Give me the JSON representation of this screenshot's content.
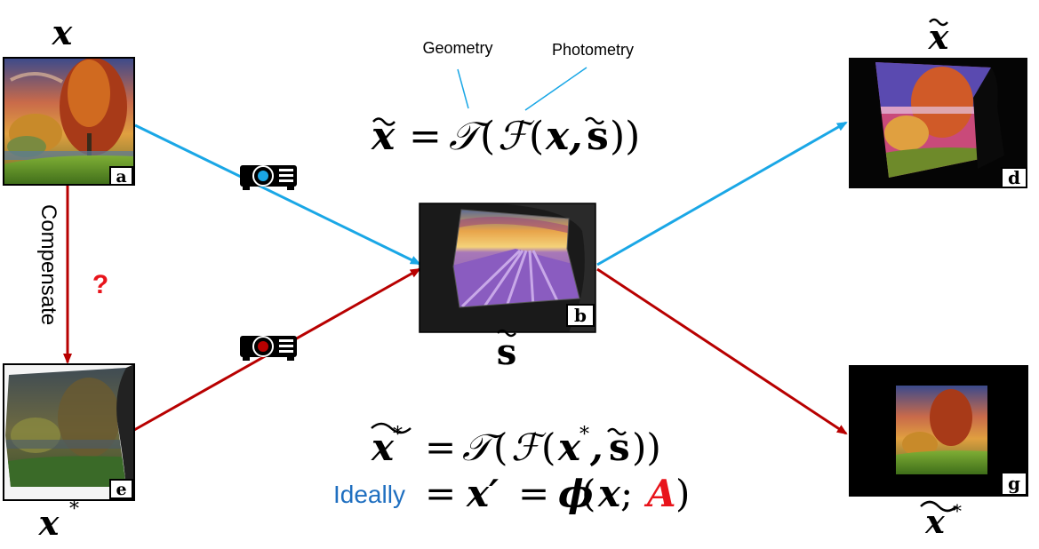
{
  "labels": {
    "geometry": "Geometry",
    "photometry": "Photometry",
    "compensate": "Compensate",
    "question": "?",
    "ideally": "Ideally"
  },
  "symbols": {
    "x": "x",
    "x_tilde": "x̃",
    "x_star": "x*",
    "s_tilde": "s̃",
    "x_star_tilde": "x*"
  },
  "badges": {
    "a": "a",
    "b": "b",
    "d": "d",
    "e": "e",
    "g": "g"
  },
  "equations": {
    "eq1": {
      "lhs": "x̃",
      "eq": "=",
      "T": "𝒯",
      "F": "ℱ",
      "args": "x, s̃"
    },
    "eq2": {
      "lhs": "x*",
      "eq": "=",
      "T": "𝒯",
      "F": "ℱ",
      "args": "x*, s̃"
    },
    "eq3": {
      "eq1": "=",
      "mid": "x′",
      "eq2": "=",
      "phi": "ϕ",
      "arg": "x",
      "sep": ";",
      "A": "A"
    }
  },
  "colors": {
    "blue": "#1aa7e6",
    "red": "#b80000",
    "highlight_red": "#e8141b",
    "ideally_blue": "#1f6fc0"
  },
  "icons": [
    "projector-icon",
    "projector-icon"
  ]
}
